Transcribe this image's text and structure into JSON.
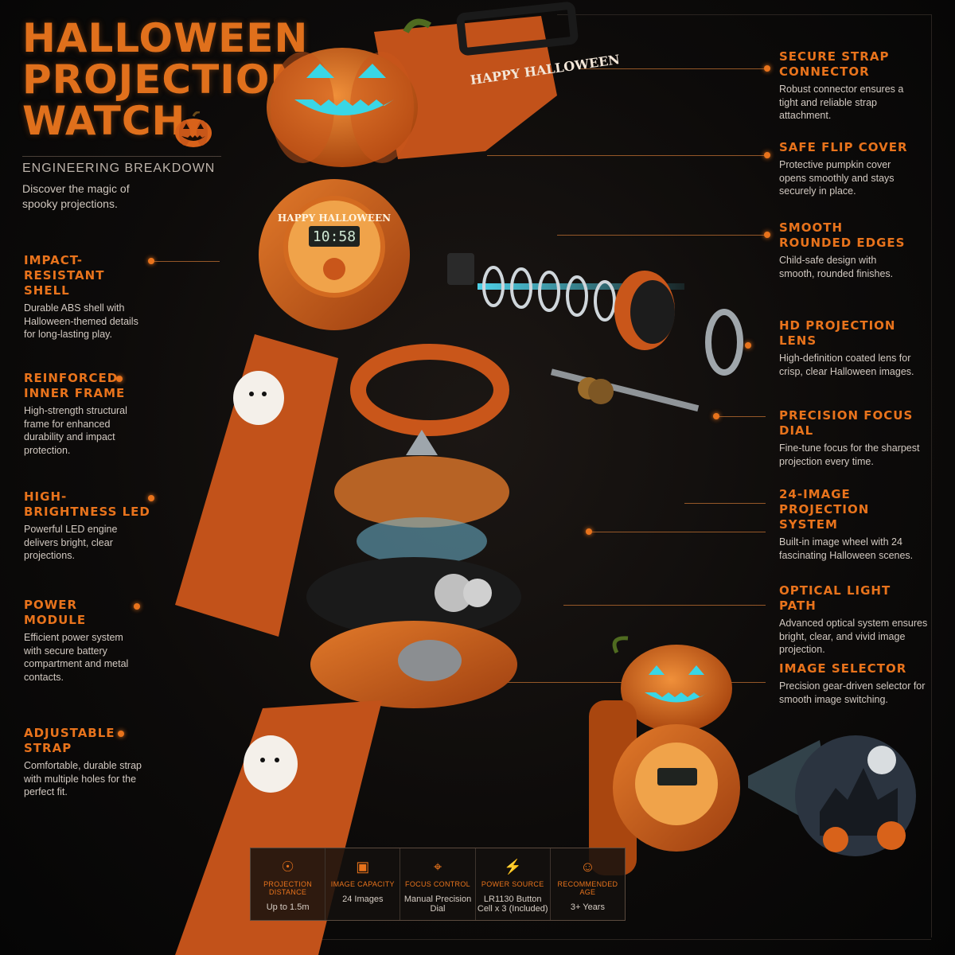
{
  "title": {
    "line1": "HALLOWEEN",
    "line2": "PROJECTION",
    "line3": "WATCH"
  },
  "subtitle": "ENGINEERING BREAKDOWN",
  "intro": "Discover the magic of spooky projections.",
  "strap_text": "HAPPY HALLOWEEN",
  "dial": {
    "header": "HAPPY HALLOWEEN",
    "time": "10:58"
  },
  "left_features": [
    {
      "title": "IMPACT-RESISTANT SHELL",
      "desc": "Durable ABS shell with Halloween-themed details for long-lasting play."
    },
    {
      "title": "REINFORCED INNER FRAME",
      "desc": "High-strength structural frame for enhanced durability and impact protection."
    },
    {
      "title": "HIGH-BRIGHTNESS LED",
      "desc": "Powerful LED engine delivers bright, clear projections."
    },
    {
      "title": "POWER MODULE",
      "desc": "Efficient power system with secure battery compartment and metal contacts."
    },
    {
      "title": "ADJUSTABLE STRAP",
      "desc": "Comfortable, durable strap with multiple holes for the perfect fit."
    }
  ],
  "right_features": [
    {
      "title": "SECURE STRAP CONNECTOR",
      "desc": "Robust connector ensures a tight and reliable strap attachment."
    },
    {
      "title": "SAFE FLIP COVER",
      "desc": "Protective pumpkin cover opens smoothly and stays securely in place."
    },
    {
      "title": "SMOOTH ROUNDED EDGES",
      "desc": "Child-safe design with smooth, rounded finishes."
    },
    {
      "title": "HD PROJECTION LENS",
      "desc": "High-definition coated lens for crisp, clear Halloween images."
    },
    {
      "title": "PRECISION FOCUS DIAL",
      "desc": "Fine-tune focus for the sharpest projection every time."
    },
    {
      "title": "24-IMAGE PROJECTION SYSTEM",
      "desc": "Built-in image wheel with 24 fascinating Halloween scenes."
    },
    {
      "title": "OPTICAL LIGHT PATH",
      "desc": "Advanced optical system ensures bright, clear, and vivid image projection."
    },
    {
      "title": "IMAGE SELECTOR",
      "desc": "Precision gear-driven selector for smooth image switching."
    }
  ],
  "specs": [
    {
      "label": "PROJECTION DISTANCE",
      "value": "Up to 1.5m",
      "icon": "compass-icon"
    },
    {
      "label": "IMAGE CAPACITY",
      "value": "24 Images",
      "icon": "image-icon"
    },
    {
      "label": "FOCUS CONTROL",
      "value": "Manual Precision Dial",
      "icon": "crosshair-icon"
    },
    {
      "label": "POWER SOURCE",
      "value": "LR1130 Button Cell x 3 (Included)",
      "icon": "battery-icon"
    },
    {
      "label": "RECOMMENDED AGE",
      "value": "3+  Years",
      "icon": "age-icon"
    }
  ],
  "colors": {
    "accent": "#e8731c",
    "shell": "#c9561a",
    "glow": "#39d6e6",
    "background": "#0d0b0a"
  }
}
